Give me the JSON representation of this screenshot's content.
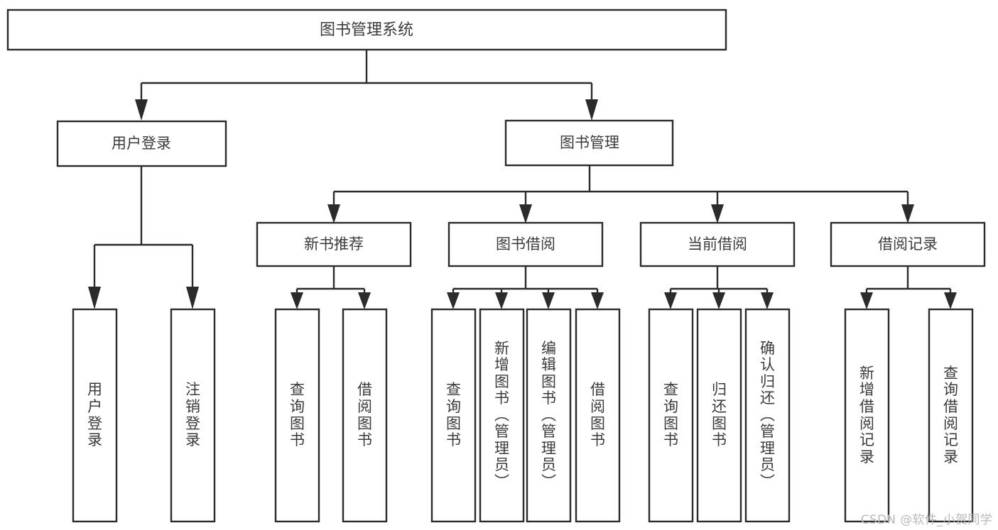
{
  "diagram": {
    "type": "tree-hierarchy",
    "title": "图书管理系统",
    "watermark": "CSDN @软件_小贺同学",
    "colors": {
      "stroke": "#2b2b2b",
      "fill": "#ffffff",
      "text": "#3b3b3b",
      "watermark": "#b9b9b9",
      "background": "#ffffff"
    },
    "root": {
      "label": "图书管理系统",
      "orientation": "horizontal"
    },
    "level1": [
      {
        "label": "用户登录",
        "orientation": "horizontal"
      },
      {
        "label": "图书管理",
        "orientation": "horizontal"
      }
    ],
    "level2": [
      {
        "label": "新书推荐",
        "orientation": "horizontal",
        "parent": "图书管理"
      },
      {
        "label": "图书借阅",
        "orientation": "horizontal",
        "parent": "图书管理"
      },
      {
        "label": "当前借阅",
        "orientation": "horizontal",
        "parent": "图书管理"
      },
      {
        "label": "借阅记录",
        "orientation": "horizontal",
        "parent": "图书管理"
      }
    ],
    "leaves": {
      "user_login": [
        {
          "label": "用户登录",
          "orientation": "vertical"
        },
        {
          "label": "注销登录",
          "orientation": "vertical"
        }
      ],
      "new_book_recommend": [
        {
          "label": "查询图书",
          "orientation": "vertical"
        },
        {
          "label": "借阅图书",
          "orientation": "vertical"
        }
      ],
      "book_borrow": [
        {
          "label": "查询图书",
          "orientation": "vertical"
        },
        {
          "label": "新增图书（管理员）",
          "orientation": "vertical"
        },
        {
          "label": "编辑图书（管理员）",
          "orientation": "vertical"
        },
        {
          "label": "借阅图书",
          "orientation": "vertical"
        }
      ],
      "current_borrow": [
        {
          "label": "查询图书",
          "orientation": "vertical"
        },
        {
          "label": "归还图书",
          "orientation": "vertical"
        },
        {
          "label": "确认归还（管理员）",
          "orientation": "vertical"
        }
      ],
      "borrow_record": [
        {
          "label": "新增借阅记录",
          "orientation": "vertical"
        },
        {
          "label": "查询借阅记录",
          "orientation": "vertical"
        }
      ]
    }
  }
}
